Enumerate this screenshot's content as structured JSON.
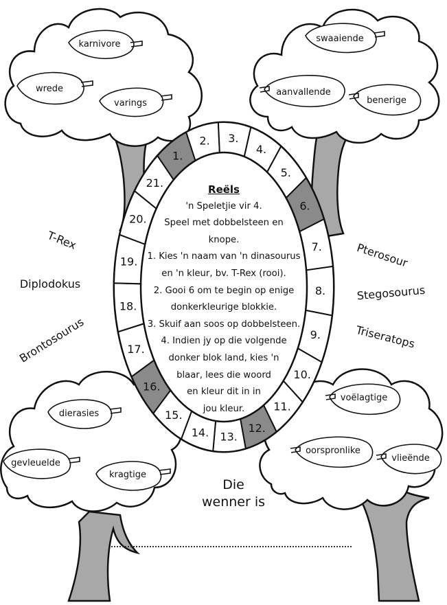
{
  "rules": {
    "title": "Reëls",
    "lines": [
      "'n Speletjie vir 4.",
      "Speel met dobbelsteen en",
      "knope.",
      "1. Kies 'n naam van 'n dinasourus",
      "en 'n kleur, bv.  T-Rex (rooi).",
      "2. Gooi 6 om te begin op enige",
      "donkerkleurige blokkie.",
      "3. Skuif aan soos op dobbelsteen.",
      "4. Indien jy op die volgende",
      "donker blok land, kies 'n",
      "blaar, lees die woord",
      "en kleur dit in in",
      "jou kleur."
    ]
  },
  "squares": [
    "1.",
    "2.",
    "3.",
    "4.",
    "5.",
    "6.",
    "7.",
    "8.",
    "9.",
    "10.",
    "11.",
    "12.",
    "13.",
    "14.",
    "15.",
    "16.",
    "17.",
    "18.",
    "19.",
    "20.",
    "21."
  ],
  "dark_squares": [
    "1.",
    "6.",
    "12.",
    "16."
  ],
  "dinosaurs": {
    "left": [
      "T-Rex",
      "Diplodokus",
      "Brontosourus"
    ],
    "right": [
      "Pterosour",
      "Stegosourus",
      "Triseratops"
    ]
  },
  "leaves": {
    "top_left": [
      "karnivore",
      "wrede",
      "varings"
    ],
    "top_right": [
      "swaaiende",
      "aanvallende",
      "benerige"
    ],
    "bottom_left": [
      "dierasies",
      "gevleuelde",
      "kragtige"
    ],
    "bottom_right": [
      "voëlagtige",
      "oorspronlike",
      "vlieënde"
    ]
  },
  "winner": {
    "line1": "Die",
    "line2": "wenner is"
  },
  "colors": {
    "dark_square": "#8a8a8a",
    "trunk": "#a8a8a8",
    "outline": "#111111"
  }
}
